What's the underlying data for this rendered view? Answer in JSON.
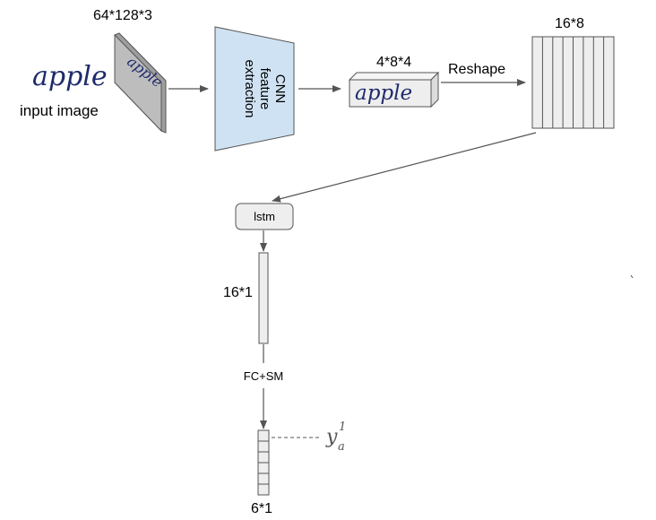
{
  "input": {
    "word": "apple",
    "caption": "input image",
    "dims": "64*128*3"
  },
  "cnn": {
    "line1": "CNN",
    "line2": "feature",
    "line3": "extraction"
  },
  "feature_map": {
    "dims": "4*8*4",
    "word": "apple"
  },
  "reshape": {
    "label": "Reshape",
    "dims": "16*8"
  },
  "lstm": {
    "label": "lstm",
    "output_dims": "16*1"
  },
  "fc": {
    "label": "FC+SM",
    "output_dims": "6*1"
  },
  "output_symbol": {
    "base": "y",
    "subscript": "a",
    "superscript": "1"
  },
  "colors": {
    "cnn_fill": "#cfe2f3",
    "slab_fill": "#bdbdbd",
    "box_fill": "#eeeeee",
    "stroke": "#555555",
    "ink": "#1e2a6b"
  }
}
